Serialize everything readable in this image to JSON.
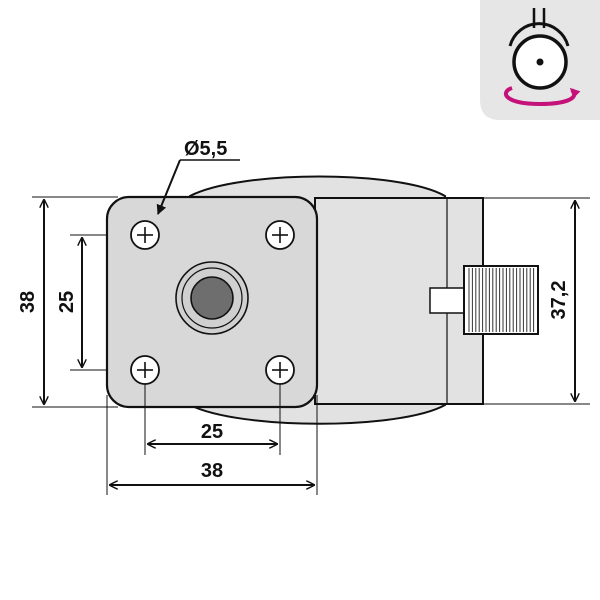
{
  "badge": {
    "icon": "swivel-caster-rotation-icon",
    "accent_color": "#c4127a"
  },
  "dimensions": {
    "hole_diameter": "Ø5,5",
    "plate_height_outer": "38",
    "plate_height_holes": "25",
    "plate_width_holes": "25",
    "plate_width_outer": "38",
    "wheel_diameter": "37,2"
  },
  "colors": {
    "plate_fill": "#d8d8d8",
    "wheel_fill": "#e2e2e2",
    "hub_fill": "#6e6e6e",
    "line": "#111111"
  }
}
